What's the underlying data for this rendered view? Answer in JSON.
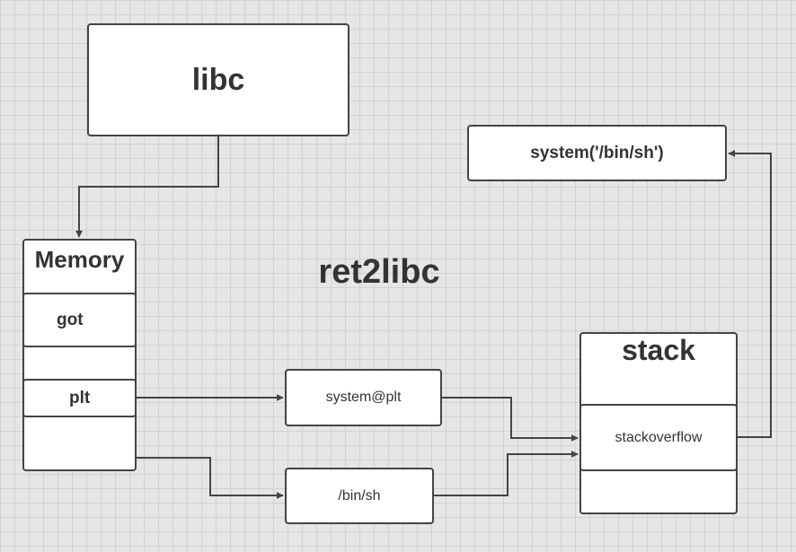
{
  "title": "ret2libc",
  "nodes": {
    "libc": "libc",
    "memory": "Memory",
    "got": "got",
    "plt": "plt",
    "system_plt": "system@plt",
    "bin_sh": "/bin/sh",
    "stack": "stack",
    "stackoverflow": "stackoverflow",
    "system_call": "system('/bin/sh')"
  },
  "colors": {
    "line": "#444444",
    "text": "#333333",
    "fill": "#ffffff"
  }
}
